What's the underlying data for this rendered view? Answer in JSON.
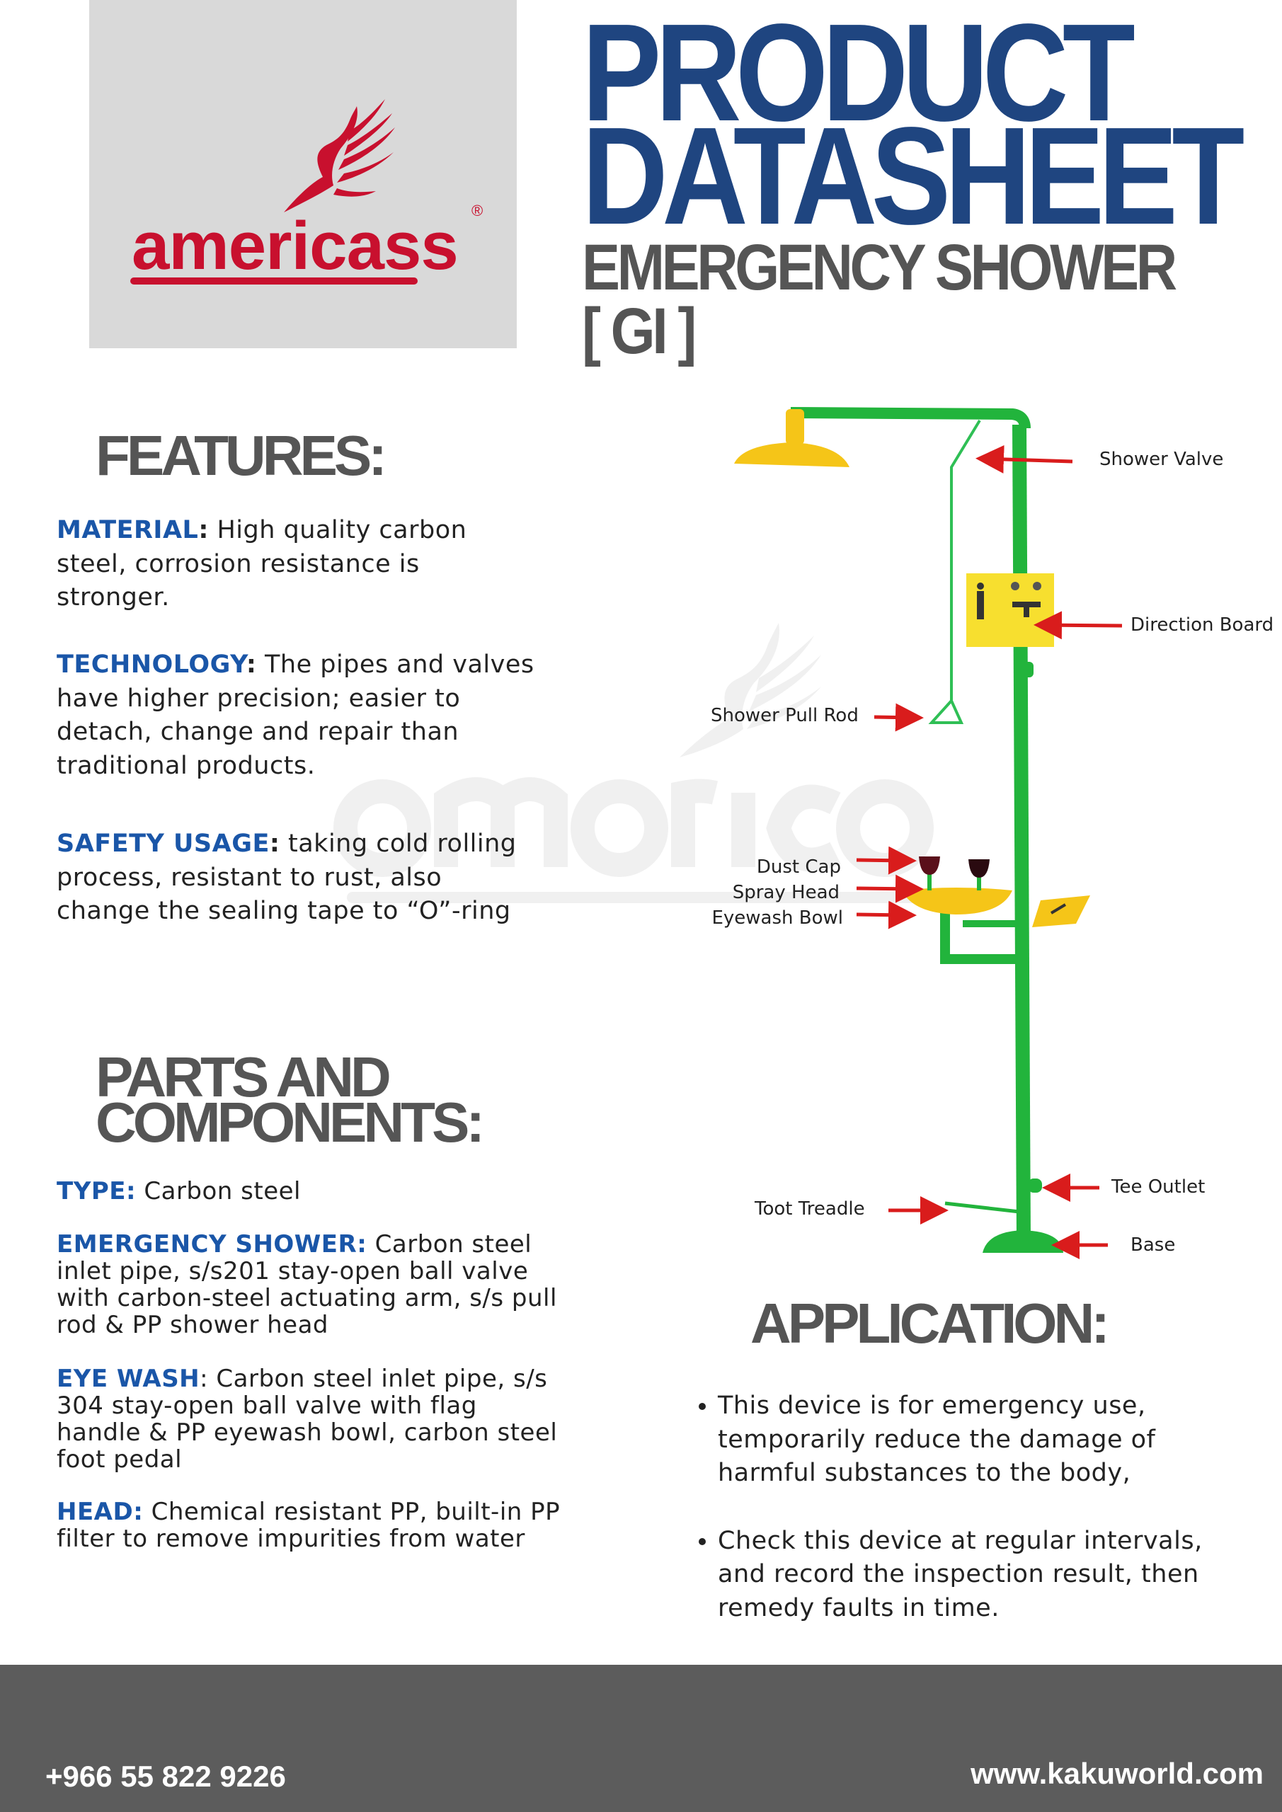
{
  "logo": {
    "wordmark": "americass",
    "registered": "®"
  },
  "header": {
    "title_line1": "PRODUCT",
    "title_line2": "DATASHEET",
    "subtitle": "EMERGENCY SHOWER",
    "variant": "[ GI ]"
  },
  "features": {
    "heading": "FEATURES:",
    "items": [
      {
        "key": "MATERIAL",
        "sep": ":",
        "text": " High quality  carbon steel, corrosion resistance is stronger."
      },
      {
        "key": "TECHNOLOGY",
        "sep": ":",
        "text": " The pipes and valves have higher precision; easier to detach, change and repair than traditional products."
      },
      {
        "key": "SAFETY USAGE",
        "sep": ":",
        "text": " taking cold rolling process, resistant to rust, also change the sealing tape to “O”-ring"
      }
    ]
  },
  "parts": {
    "heading_line1": "PARTS AND",
    "heading_line2": "COMPONENTS:",
    "items": [
      {
        "key": "TYPE:",
        "text": " Carbon steel"
      },
      {
        "key": "EMERGENCY SHOWER:",
        "text": " Carbon steel inlet pipe, s/s201 stay-open ball valve with carbon-steel actuating arm, s/s pull rod & PP shower head"
      },
      {
        "key": "EYE WASH",
        "text": ": Carbon steel inlet pipe, s/s 304 stay-open ball valve with flag handle & PP eyewash bowl, carbon steel foot pedal"
      },
      {
        "key": "HEAD:",
        "text": " Chemical resistant PP, built-in PP filter to remove impurities from water"
      }
    ]
  },
  "diagram": {
    "labels": {
      "shower_valve": "Shower Valve",
      "direction_board": "Direction Board",
      "shower_pull_rod": "Shower Pull Rod",
      "dust_cap": "Dust Cap",
      "spray_head": "Spray Head",
      "eyewash_bowl": "Eyewash Bowl",
      "tee_outlet": "Tee Outlet",
      "toot_treadle": "Toot Treadle",
      "base": "Base"
    },
    "colors": {
      "pipe": "#22b43c",
      "head": "#f5c518",
      "arrow": "#d91c1c"
    }
  },
  "application": {
    "heading": "APPLICATION:",
    "bullets": [
      "This device is for emergency use, temporarily reduce the damage of harmful substances to the body,",
      "Check this device at regular intervals, and record the inspection result, then remedy faults in time."
    ]
  },
  "footer": {
    "phone": "+966 55 822 9226",
    "website": "www.kakuworld.com"
  },
  "colors": {
    "title": "#1f4580",
    "accent": "#1a56a8",
    "brand_red": "#c8102e",
    "footer_bg": "#5c5c5c"
  }
}
